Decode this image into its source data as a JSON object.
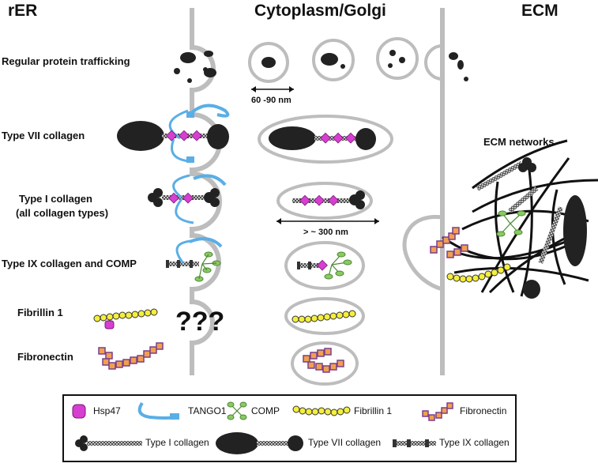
{
  "headers": {
    "rer": "rER",
    "cyto": "Cytoplasm/Golgi",
    "ecm": "ECM"
  },
  "rows": {
    "regular": "Regular protein trafficking",
    "type7": "Type VII collagen",
    "type1_line1": "Type I collagen",
    "type1_line2": "(all collagen types)",
    "type9": "Type IX collagen and COMP",
    "fibrillin": "Fibrillin 1",
    "fibronectin": "Fibronectin"
  },
  "notes": {
    "size_small": "60 -90 nm",
    "size_large": "> ~ 300 nm",
    "unknown": "???",
    "ecm_networks": "ECM networks"
  },
  "legend": {
    "hsp47": "Hsp47",
    "tango1": "TANGO1",
    "comp": "COMP",
    "fibrillin": "Fibrillin 1",
    "fibronectin": "Fibronectin",
    "type1": "Type I collagen",
    "type7": "Type VII collagen",
    "type9": "Type IX collagen"
  },
  "colors": {
    "membrane": "#bdbdbd",
    "hsp47": "#d63fd1",
    "tango1": "#5aaee6",
    "comp": "#8cc864",
    "fibrillin": "#f5ef3c",
    "fibronectin": "#f0a050",
    "fibronectin_edge": "#7a3f8a",
    "cargo": "#222222"
  }
}
